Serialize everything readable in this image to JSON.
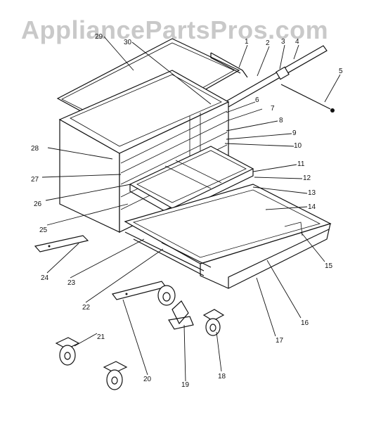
{
  "watermark": "AppliancePartsPros.com",
  "callouts": [
    {
      "id": "1",
      "label": "1"
    },
    {
      "id": "2",
      "label": "2"
    },
    {
      "id": "3",
      "label": "3"
    },
    {
      "id": "4",
      "label": "4"
    },
    {
      "id": "5",
      "label": "5"
    },
    {
      "id": "6",
      "label": "6"
    },
    {
      "id": "7",
      "label": "7"
    },
    {
      "id": "8",
      "label": "8"
    },
    {
      "id": "9",
      "label": "9"
    },
    {
      "id": "10",
      "label": "10"
    },
    {
      "id": "11",
      "label": "11"
    },
    {
      "id": "12",
      "label": "12"
    },
    {
      "id": "13",
      "label": "13"
    },
    {
      "id": "14",
      "label": "14"
    },
    {
      "id": "15",
      "label": "15"
    },
    {
      "id": "16",
      "label": "16"
    },
    {
      "id": "17",
      "label": "17"
    },
    {
      "id": "18",
      "label": "18"
    },
    {
      "id": "19",
      "label": "19"
    },
    {
      "id": "20",
      "label": "20"
    },
    {
      "id": "21",
      "label": "21"
    },
    {
      "id": "22",
      "label": "22"
    },
    {
      "id": "23",
      "label": "23"
    },
    {
      "id": "24",
      "label": "24"
    },
    {
      "id": "25",
      "label": "25"
    },
    {
      "id": "26",
      "label": "26"
    },
    {
      "id": "27",
      "label": "27"
    },
    {
      "id": "28",
      "label": "28"
    },
    {
      "id": "29",
      "label": "29"
    },
    {
      "id": "30",
      "label": "30"
    }
  ]
}
